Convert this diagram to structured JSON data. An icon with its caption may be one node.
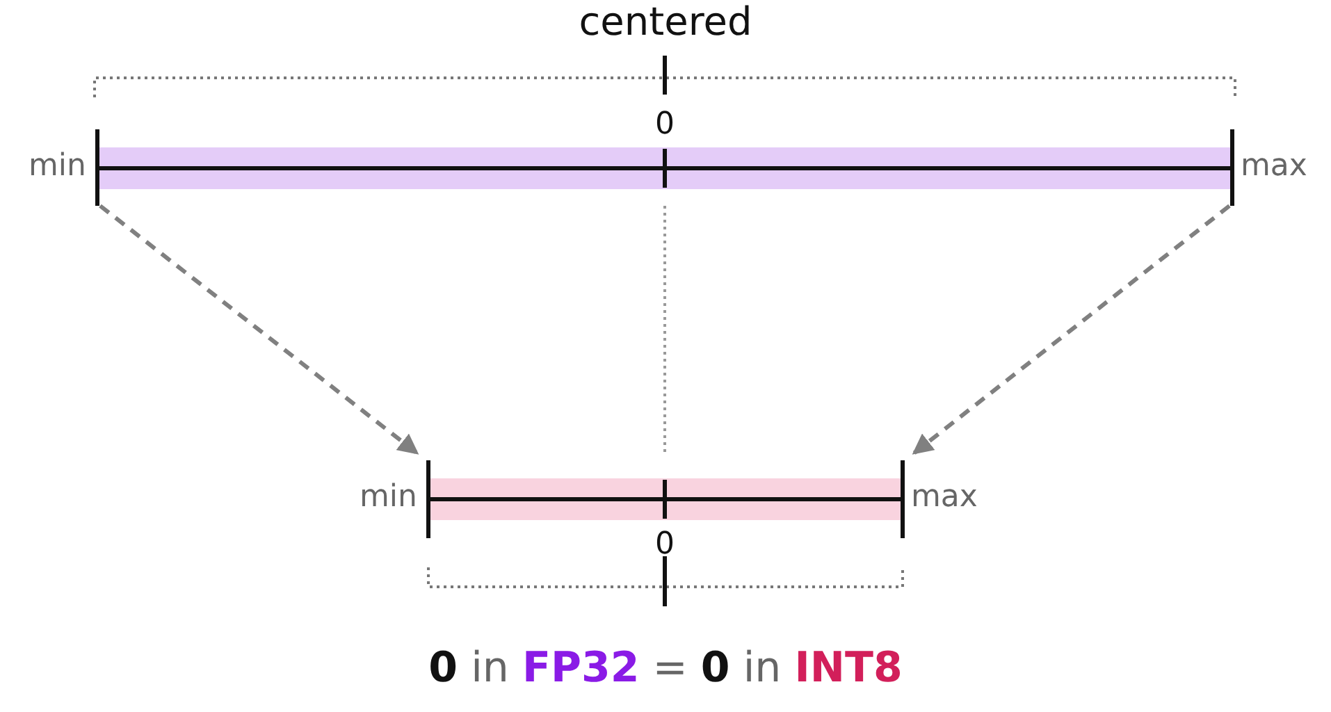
{
  "diagram": {
    "title": "centered",
    "nodes": [
      {
        "text": [
          "0"
        ],
        "beside": [
          "min",
          "max"
        ]
      },
      {
        "text": [
          "0"
        ],
        "beside": [
          "min",
          "max"
        ]
      }
    ],
    "edges": [
      {
        "from": 0,
        "to": 1,
        "arrow": "to",
        "style": "dashed"
      },
      {
        "from": 0,
        "to": 1,
        "arrow": "to",
        "style": "dashed"
      }
    ],
    "labels": [
      "**0** in **FP32** = **0** in **INT8**"
    ]
  }
}
